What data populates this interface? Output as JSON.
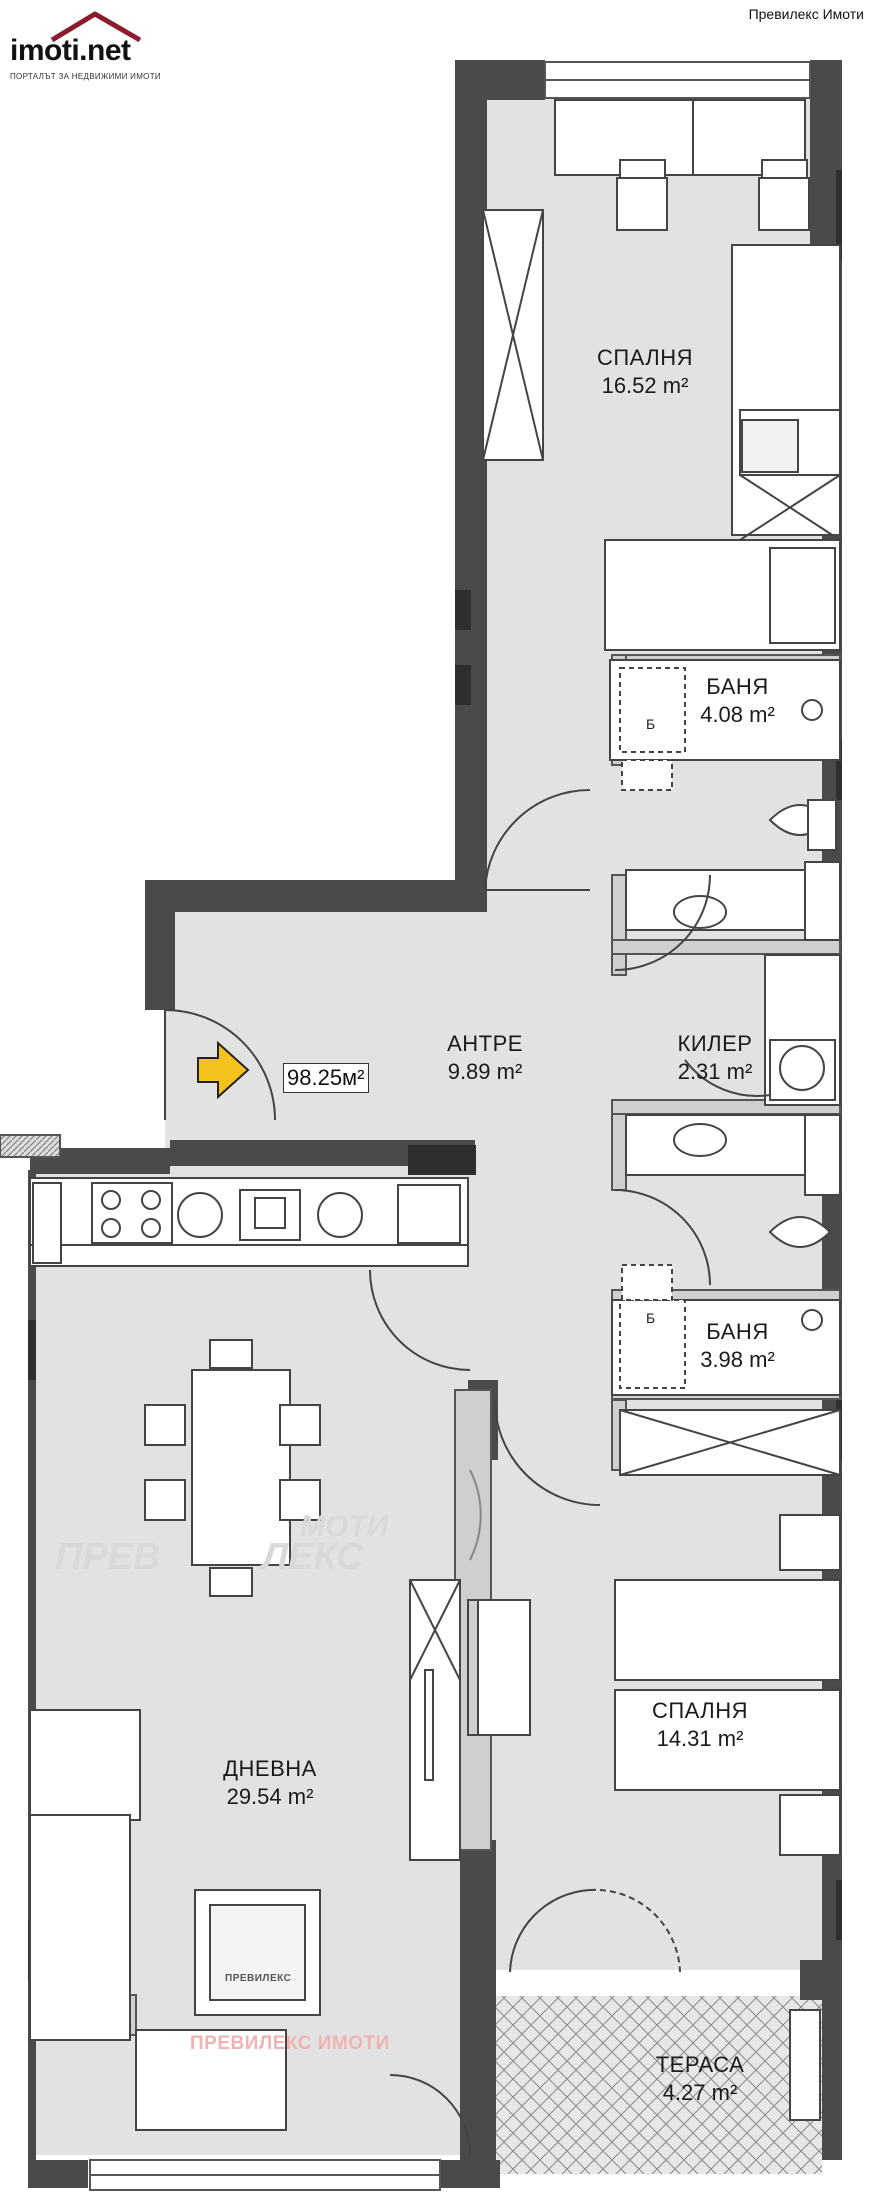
{
  "header": {
    "source_label": "Превилекс Имоти"
  },
  "logo": {
    "brand": "imoti.net",
    "tagline": "ПОРТАЛЪТ ЗА НЕДВИЖИМИ ИМОТИ"
  },
  "watermark": {
    "main_left": "ПРЕВ",
    "main_right": "ЛЕКС",
    "main_top": "МОТИ",
    "footer": "ПРЕВИЛЕКС ИМОТИ",
    "stamp": "ПРЕВИЛЕКС"
  },
  "total_area": "98.25м²",
  "rooms": {
    "bedroom1": {
      "name": "СПАЛНЯ",
      "area": "16.52 m²"
    },
    "bath1": {
      "name": "БАНЯ",
      "area": "4.08 m²"
    },
    "hall": {
      "name": "АНТРЕ",
      "area": "9.89 m²"
    },
    "storage": {
      "name": "КИЛЕР",
      "area": "2.31 m²"
    },
    "bath2": {
      "name": "БАНЯ",
      "area": "3.98 m²"
    },
    "bedroom2": {
      "name": "СПАЛНЯ",
      "area": "14.31 m²"
    },
    "living": {
      "name": "ДНЕВНА",
      "area": "29.54 m²"
    },
    "terrace": {
      "name": "ТЕРАСА",
      "area": "4.27 m²"
    }
  },
  "shower_marks": {
    "bath1": "Б",
    "bath2": "Б"
  },
  "colors": {
    "floor": "#e2e2e2",
    "wall": "#4a4a4a",
    "wall_dark": "#2e2e2e",
    "arrow": "#f5c21b",
    "logo_roof": "#8b1c2c",
    "watermark_red": "#efb3b3"
  }
}
